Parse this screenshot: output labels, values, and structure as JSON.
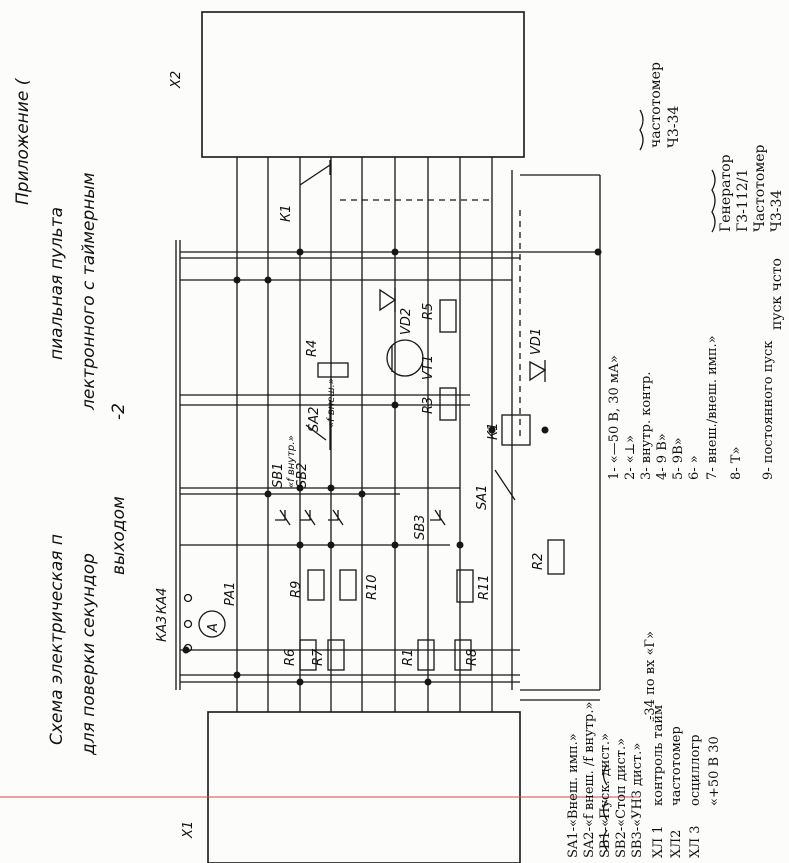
{
  "title": {
    "line1": "Приложение (",
    "line2": "Схема электрическая п",
    "line2b": "пиальная пульта",
    "line3": "для   поверки секундор",
    "line3b": "лектронного с таймерным",
    "line4": "выходом",
    "line4b": "-2"
  },
  "connectors": {
    "x1": "X1",
    "x2": "X2"
  },
  "components": {
    "pa1": "PA1",
    "meter_symbol": "A",
    "ka4": "КА4",
    "ka3": "КА3",
    "r1": "R1",
    "r2": "R2",
    "r3": "R3",
    "r4": "R4",
    "r5": "R5",
    "r6": "R6",
    "r7": "R7",
    "r8": "R8",
    "r9": "R9",
    "r10": "R10",
    "r11": "R11",
    "sb1": "SB1",
    "sb1_note": "«f внутр.»",
    "sb2": "SB2",
    "sb3": "SB3",
    "sa1": "SA1",
    "sa2": "SA2",
    "sa2_note": "«f внеш.»",
    "k1": "К1",
    "k1_coil": "К1",
    "vd1": "VD1",
    "vd2": "VD2",
    "vt1": "VT1"
  },
  "legend_left": [
    "SA1-«Внеш. имп.»",
    "SA2-«f внеш. /f внутр.»",
    "SB1-«Пуск. дист.»",
    "SB2-«Стоп дист.»",
    "SB3-«УНЗ дист.»",
    "ХЛ 1",
    "ХЛ2",
    "ХЛ 3"
  ],
  "legend_left_notes": [
    "контроль тайм",
    "частотомер",
    "осциллогр",
    "«+50 В 30"
  ],
  "legend_mid": [
    "1- «—50 В, 30 мА»",
    "2- «⊥»",
    "3- внутр. контр.",
    "4- 9 В»",
    "5- 9В»",
    "6- »",
    "7- внеш./внеш. имп.»",
    "8- Т»",
    "9- постоянного пуск"
  ],
  "legend_mid_note": "-34 по вх «Г»",
  "legend_right": [
    {
      "lines": [
        "частотомер",
        "Ч3-34"
      ]
    },
    {
      "lines": [
        "Генератор",
        "Г3-112/1",
        "Частотомер",
        "Ч3-34"
      ]
    }
  ],
  "legend_right_tail": "пуск чсто",
  "colors": {
    "ink": "#161616",
    "paper": "#fcfcfa",
    "margin_line": "#d04a4a"
  }
}
